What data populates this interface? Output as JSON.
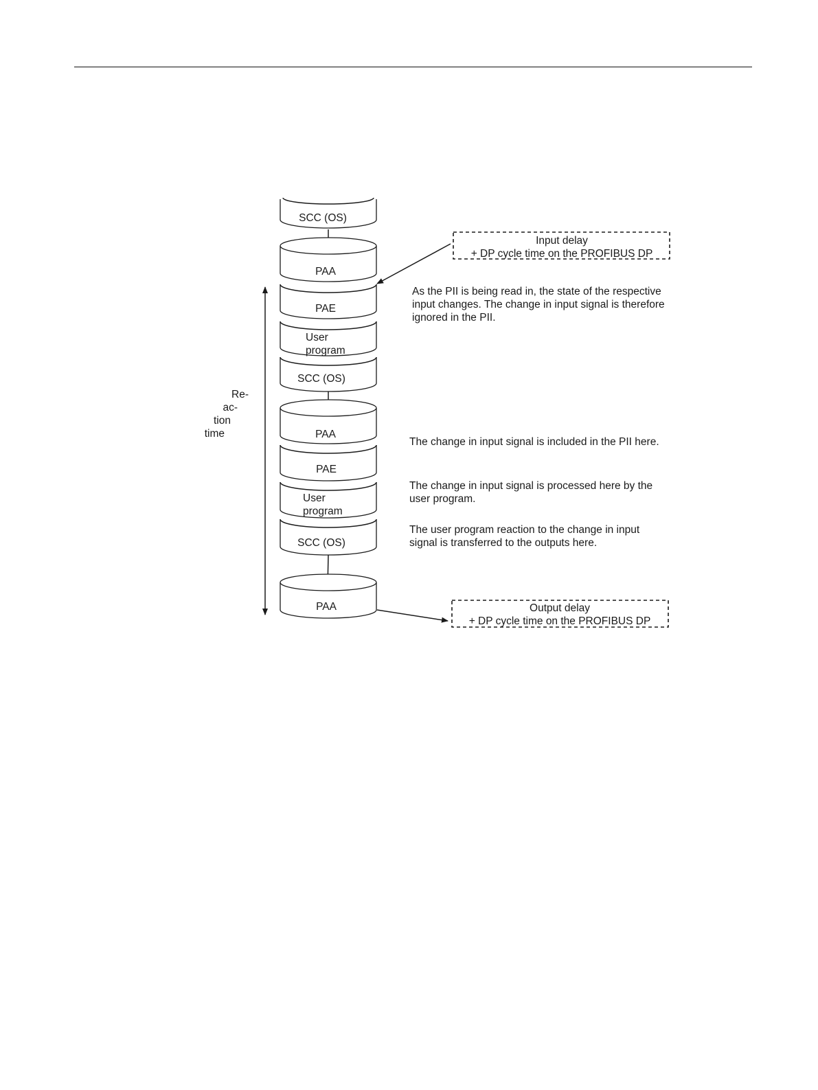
{
  "diagram": {
    "top_segment_label": "SCC (OS)",
    "cycle_1": {
      "paa": "PAA",
      "pae": "PAE",
      "user_program_line1": "User",
      "user_program_line2": "program",
      "scc": "SCC (OS)"
    },
    "cycle_2": {
      "paa": "PAA",
      "pae": "PAE",
      "user_program_line1": "User",
      "user_program_line2": "program",
      "scc": "SCC (OS)"
    },
    "final_paa": "PAA",
    "reaction_time_lines": [
      "Re-",
      "ac-",
      "tion",
      "time"
    ],
    "input_delay_box": {
      "line1": "Input delay",
      "line2": "+ DP cycle time on the PROFIBUS DP"
    },
    "output_delay_box": {
      "line1": "Output delay",
      "line2": "+ DP cycle time on the PROFIBUS DP"
    },
    "annotations": {
      "pii_being_read": [
        "As the PII is being read in, the state of the respective",
        "input changes. The change in input signal is therefore",
        "ignored in the PII."
      ],
      "included_in_pii": [
        "The change in input signal is included in the PII here."
      ],
      "processed_by_program": [
        "The change in input signal is processed here by the",
        "user program."
      ],
      "transferred_to_outputs": [
        "The user program reaction to the change in input",
        "signal is transferred to the outputs here."
      ]
    }
  }
}
